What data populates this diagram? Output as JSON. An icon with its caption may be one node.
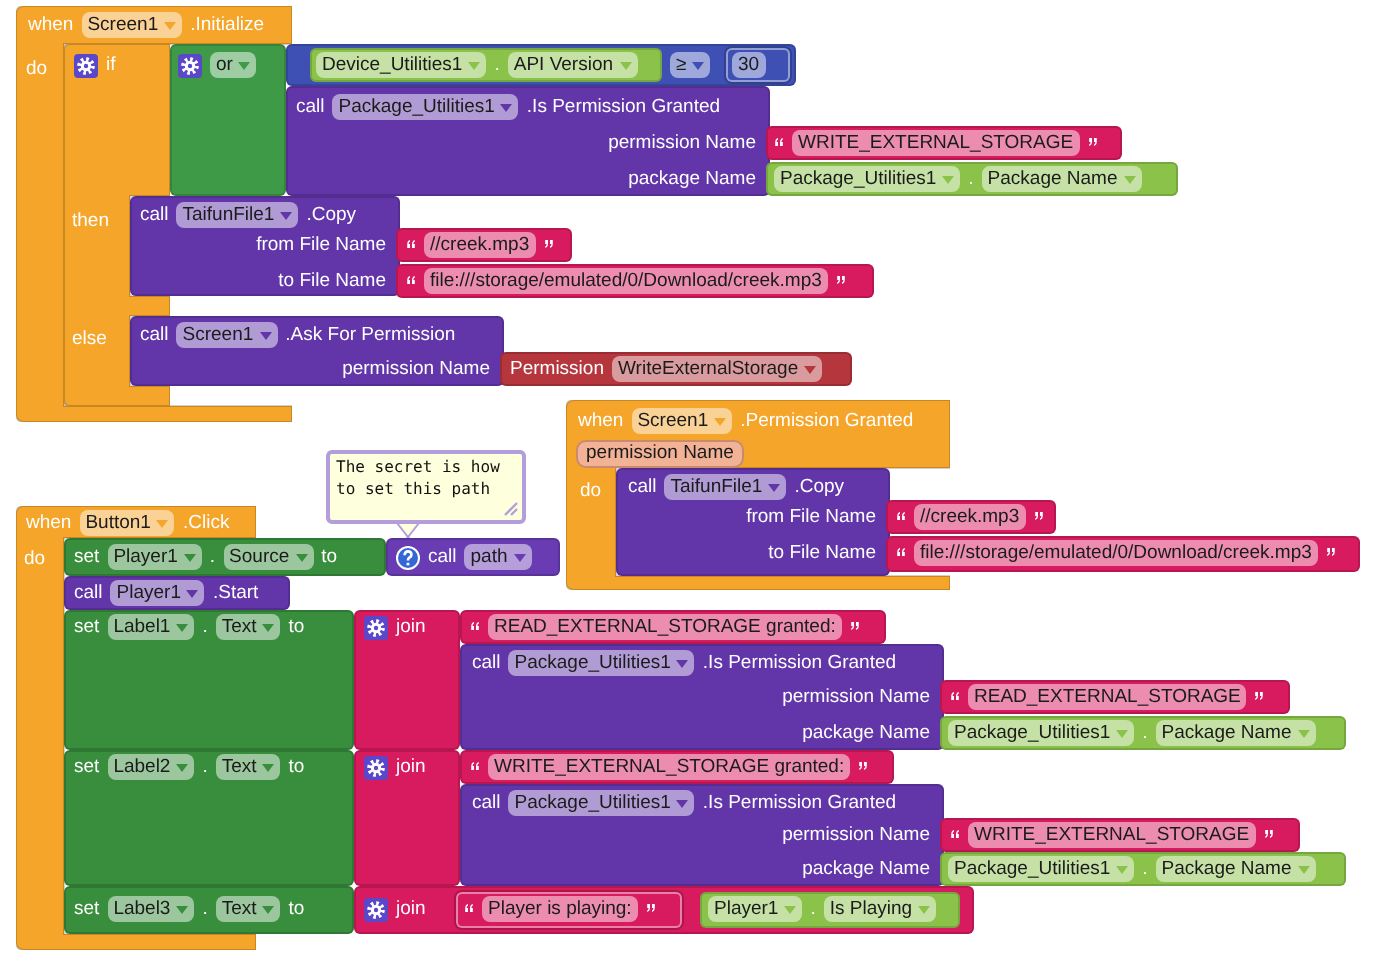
{
  "diagram": {
    "nodes": [
      {
        "text": [
          "when",
          "Screen1",
          ".Initialize",
          "do"
        ]
      },
      {
        "text": [
          "if",
          "then",
          "else"
        ],
        "in": 0
      },
      {
        "text": [
          "or"
        ],
        "in": 0
      },
      {
        "text": [
          "≥"
        ]
      },
      {
        "text": [
          "Device_Utilities1",
          ".",
          "API Version"
        ],
        "in": 3
      },
      {
        "text": [
          "30"
        ],
        "in": 3
      },
      {
        "text": [
          "call",
          "Package_Utilities1",
          ".Is Permission Granted",
          "permission Name",
          "package Name"
        ]
      },
      {
        "text": [
          "WRITE_EXTERNAL_STORAGE"
        ]
      },
      {
        "text": [
          "Package_Utilities1",
          ".",
          "Package Name"
        ]
      },
      {
        "text": [
          "call",
          "TaifunFile1",
          ".Copy",
          "from File Name",
          "to File Name"
        ]
      },
      {
        "text": [
          "//creek.mp3"
        ]
      },
      {
        "text": [
          "file:///storage/emulated/0/Download/creek.mp3"
        ]
      },
      {
        "text": [
          "call",
          "Screen1",
          ".Ask For Permission",
          "permission Name"
        ]
      },
      {
        "text": [
          "Permission",
          "WriteExternalStorage"
        ]
      },
      {
        "text": [
          "when",
          "Screen1",
          ".Permission Granted",
          "permission Name",
          "do"
        ]
      },
      {
        "text": [
          "call",
          "TaifunFile1",
          ".Copy",
          "from File Name",
          "to File Name"
        ],
        "in": 14
      },
      {
        "text": [
          "//creek.mp3"
        ]
      },
      {
        "text": [
          "file:///storage/emulated/0/Download/creek.mp3"
        ]
      },
      {
        "text": [
          "The secret is how to set this path"
        ]
      },
      {
        "text": [
          "when",
          "Button1",
          ".Click",
          "do"
        ]
      },
      {
        "text": [
          "set",
          "Player1",
          ".",
          "Source",
          "to"
        ]
      },
      {
        "text": [
          "call",
          "path"
        ]
      },
      {
        "text": [
          "call",
          "Player1",
          ".Start"
        ]
      },
      {
        "text": [
          "set",
          "Label1",
          ".",
          "Text",
          "to"
        ]
      },
      {
        "text": [
          "join"
        ]
      },
      {
        "text": [
          "READ_EXTERNAL_STORAGE granted:"
        ]
      },
      {
        "text": [
          "call",
          "Package_Utilities1",
          ".Is Permission Granted",
          "permission Name",
          "package Name"
        ]
      },
      {
        "text": [
          "READ_EXTERNAL_STORAGE"
        ]
      },
      {
        "text": [
          "Package_Utilities1",
          ".",
          "Package Name"
        ]
      },
      {
        "text": [
          "set",
          "Label2",
          ".",
          "Text",
          "to"
        ]
      },
      {
        "text": [
          "join"
        ]
      },
      {
        "text": [
          "WRITE_EXTERNAL_STORAGE granted:"
        ]
      },
      {
        "text": [
          "call",
          "Package_Utilities1",
          ".Is Permission Granted",
          "permission Name",
          "package Name"
        ]
      },
      {
        "text": [
          "WRITE_EXTERNAL_STORAGE"
        ]
      },
      {
        "text": [
          "Package_Utilities1",
          ".",
          "Package Name"
        ]
      },
      {
        "text": [
          "set",
          "Label3",
          ".",
          "Text",
          "to"
        ]
      },
      {
        "text": [
          "join"
        ]
      },
      {
        "text": [
          "Player is playing:"
        ],
        "in": 36
      },
      {
        "text": [
          "Player1",
          ".",
          "Is Playing"
        ],
        "in": 36
      }
    ],
    "edges": [
      {
        "from": 18,
        "to": 21,
        "arrow": "to"
      }
    ]
  }
}
